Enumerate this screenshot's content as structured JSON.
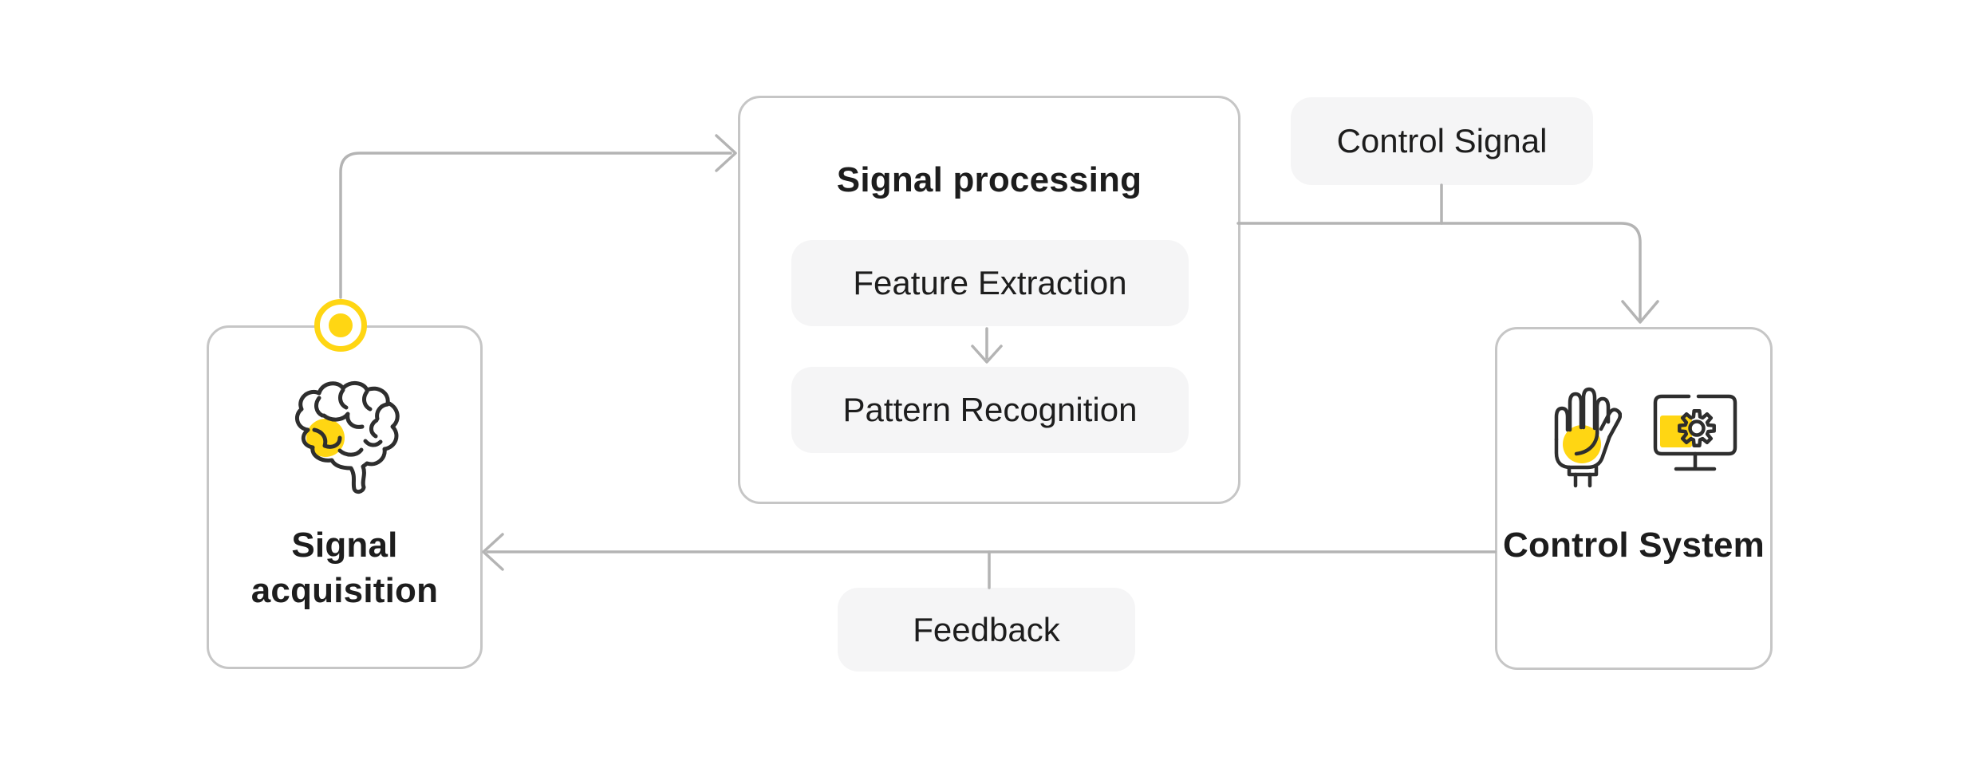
{
  "diagram_name": "Brain-computer interface signal flow",
  "colors": {
    "accent_yellow": "#FFD613",
    "connector_gray": "#B4B4B4",
    "node_border_gray": "#C6C6C6",
    "chip_background": "#F5F5F6",
    "text_dark": "#1D1D1D",
    "icon_stroke": "#2E2E2E"
  },
  "nodes": {
    "signal_acquisition": {
      "label": "Signal acquisition",
      "icon": "brain-icon"
    },
    "signal_processing": {
      "title": "Signal processing",
      "steps": [
        {
          "label": "Feature Extraction"
        },
        {
          "label": "Pattern Recognition"
        }
      ]
    },
    "control_system": {
      "label": "Control System",
      "icons": [
        "prosthetic-hand-icon",
        "monitor-gear-icon"
      ]
    }
  },
  "labels": {
    "control_signal": "Control Signal",
    "feedback": "Feedback"
  }
}
